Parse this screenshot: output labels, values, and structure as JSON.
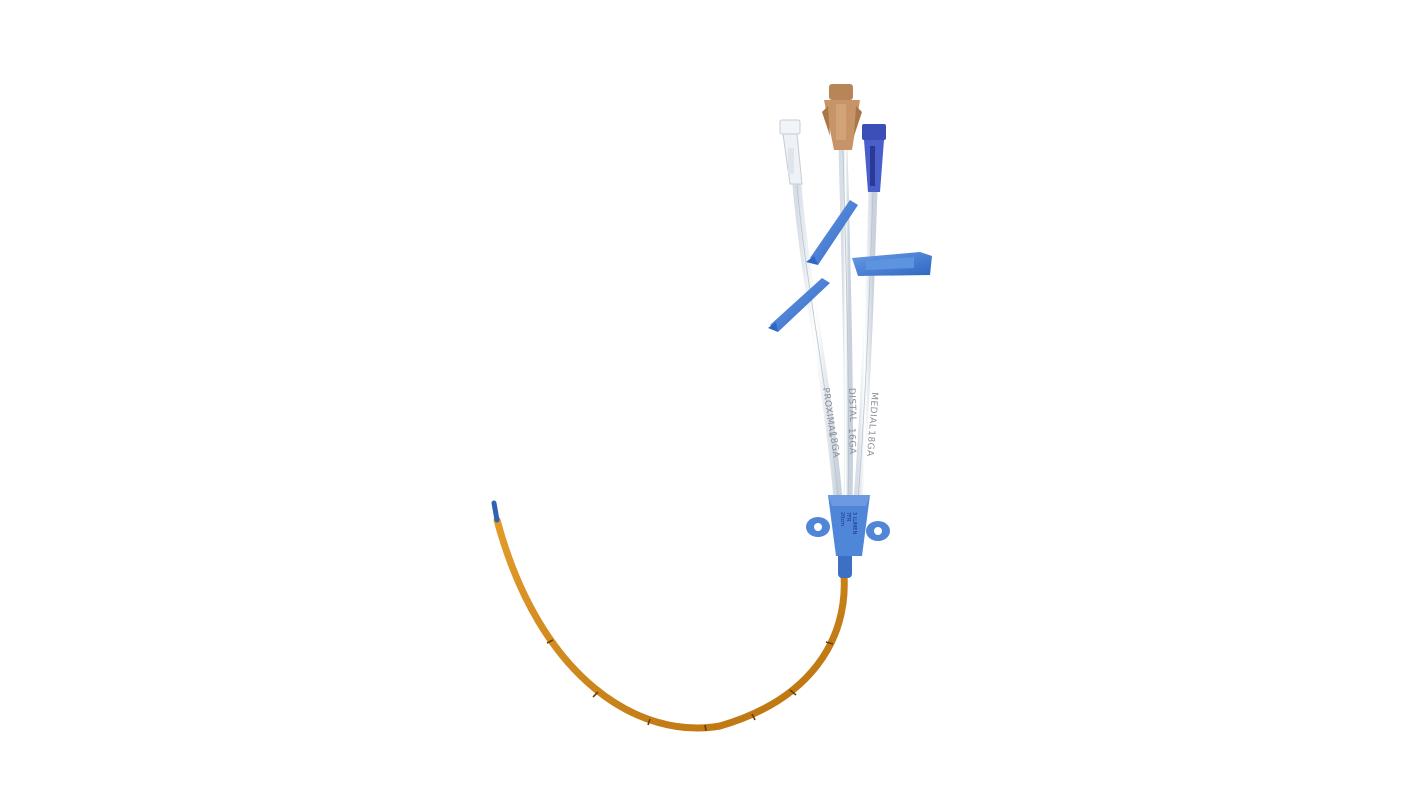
{
  "scene": {
    "subject": "triple-lumen central venous catheter",
    "background_color": "#ffffff"
  },
  "lumens": [
    {
      "name": "PROXIMAL",
      "gauge": "18GA",
      "hub_color": "#e8edf2"
    },
    {
      "name": "DISTAL",
      "gauge": "16GA",
      "hub_color": "#b98a5e"
    },
    {
      "name": "MEDIAL",
      "gauge": "18GA",
      "hub_color": "#3c4fb8"
    }
  ],
  "hub": {
    "color": "#4f86d8",
    "label_lines": [
      "7FR",
      "20cm",
      "3 LUMEN"
    ]
  },
  "colors": {
    "clamp_blue": "#3f7bd4",
    "catheter_body": "#d58a17",
    "tip": "#2f61b5",
    "extension_tube": "#eef3f8"
  }
}
